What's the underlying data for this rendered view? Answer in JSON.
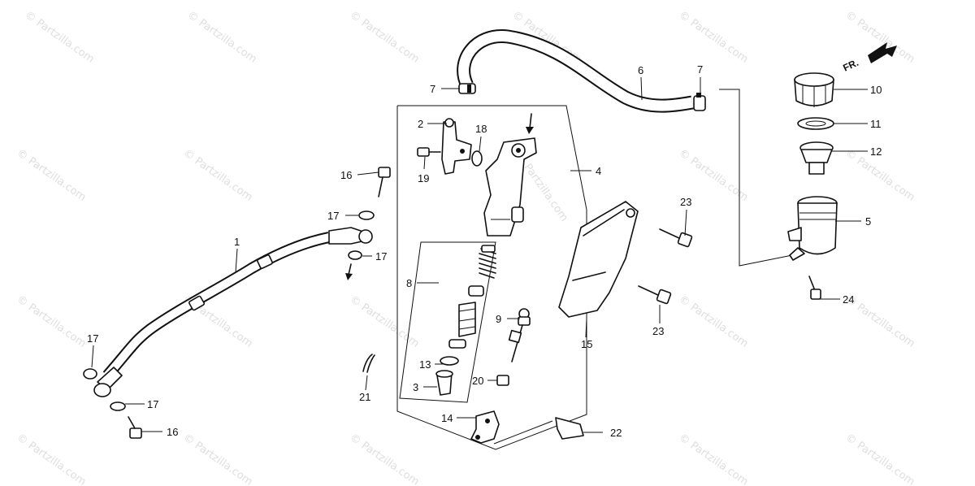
{
  "watermark": {
    "text": "© Partzilla.com",
    "center_text": "Partzilla.com"
  },
  "front_indicator": {
    "text": "FR."
  },
  "callouts": [
    {
      "id": "c1",
      "number": "1"
    },
    {
      "id": "c2",
      "number": "2"
    },
    {
      "id": "c3",
      "number": "3"
    },
    {
      "id": "c4",
      "number": "4"
    },
    {
      "id": "c5",
      "number": "5"
    },
    {
      "id": "c6",
      "number": "6"
    },
    {
      "id": "c7a",
      "number": "7"
    },
    {
      "id": "c7b",
      "number": "7"
    },
    {
      "id": "c8",
      "number": "8"
    },
    {
      "id": "c9",
      "number": "9"
    },
    {
      "id": "c10",
      "number": "10"
    },
    {
      "id": "c11",
      "number": "11"
    },
    {
      "id": "c12",
      "number": "12"
    },
    {
      "id": "c13",
      "number": "13"
    },
    {
      "id": "c14",
      "number": "14"
    },
    {
      "id": "c15",
      "number": "15"
    },
    {
      "id": "c16a",
      "number": "16"
    },
    {
      "id": "c16b",
      "number": "16"
    },
    {
      "id": "c17a",
      "number": "17"
    },
    {
      "id": "c17b",
      "number": "17"
    },
    {
      "id": "c17c",
      "number": "17"
    },
    {
      "id": "c17d",
      "number": "17"
    },
    {
      "id": "c18",
      "number": "18"
    },
    {
      "id": "c19",
      "number": "19"
    },
    {
      "id": "c20",
      "number": "20"
    },
    {
      "id": "c21",
      "number": "21"
    },
    {
      "id": "c22",
      "number": "22"
    },
    {
      "id": "c23a",
      "number": "23"
    },
    {
      "id": "c23b",
      "number": "23"
    },
    {
      "id": "c24",
      "number": "24"
    }
  ]
}
